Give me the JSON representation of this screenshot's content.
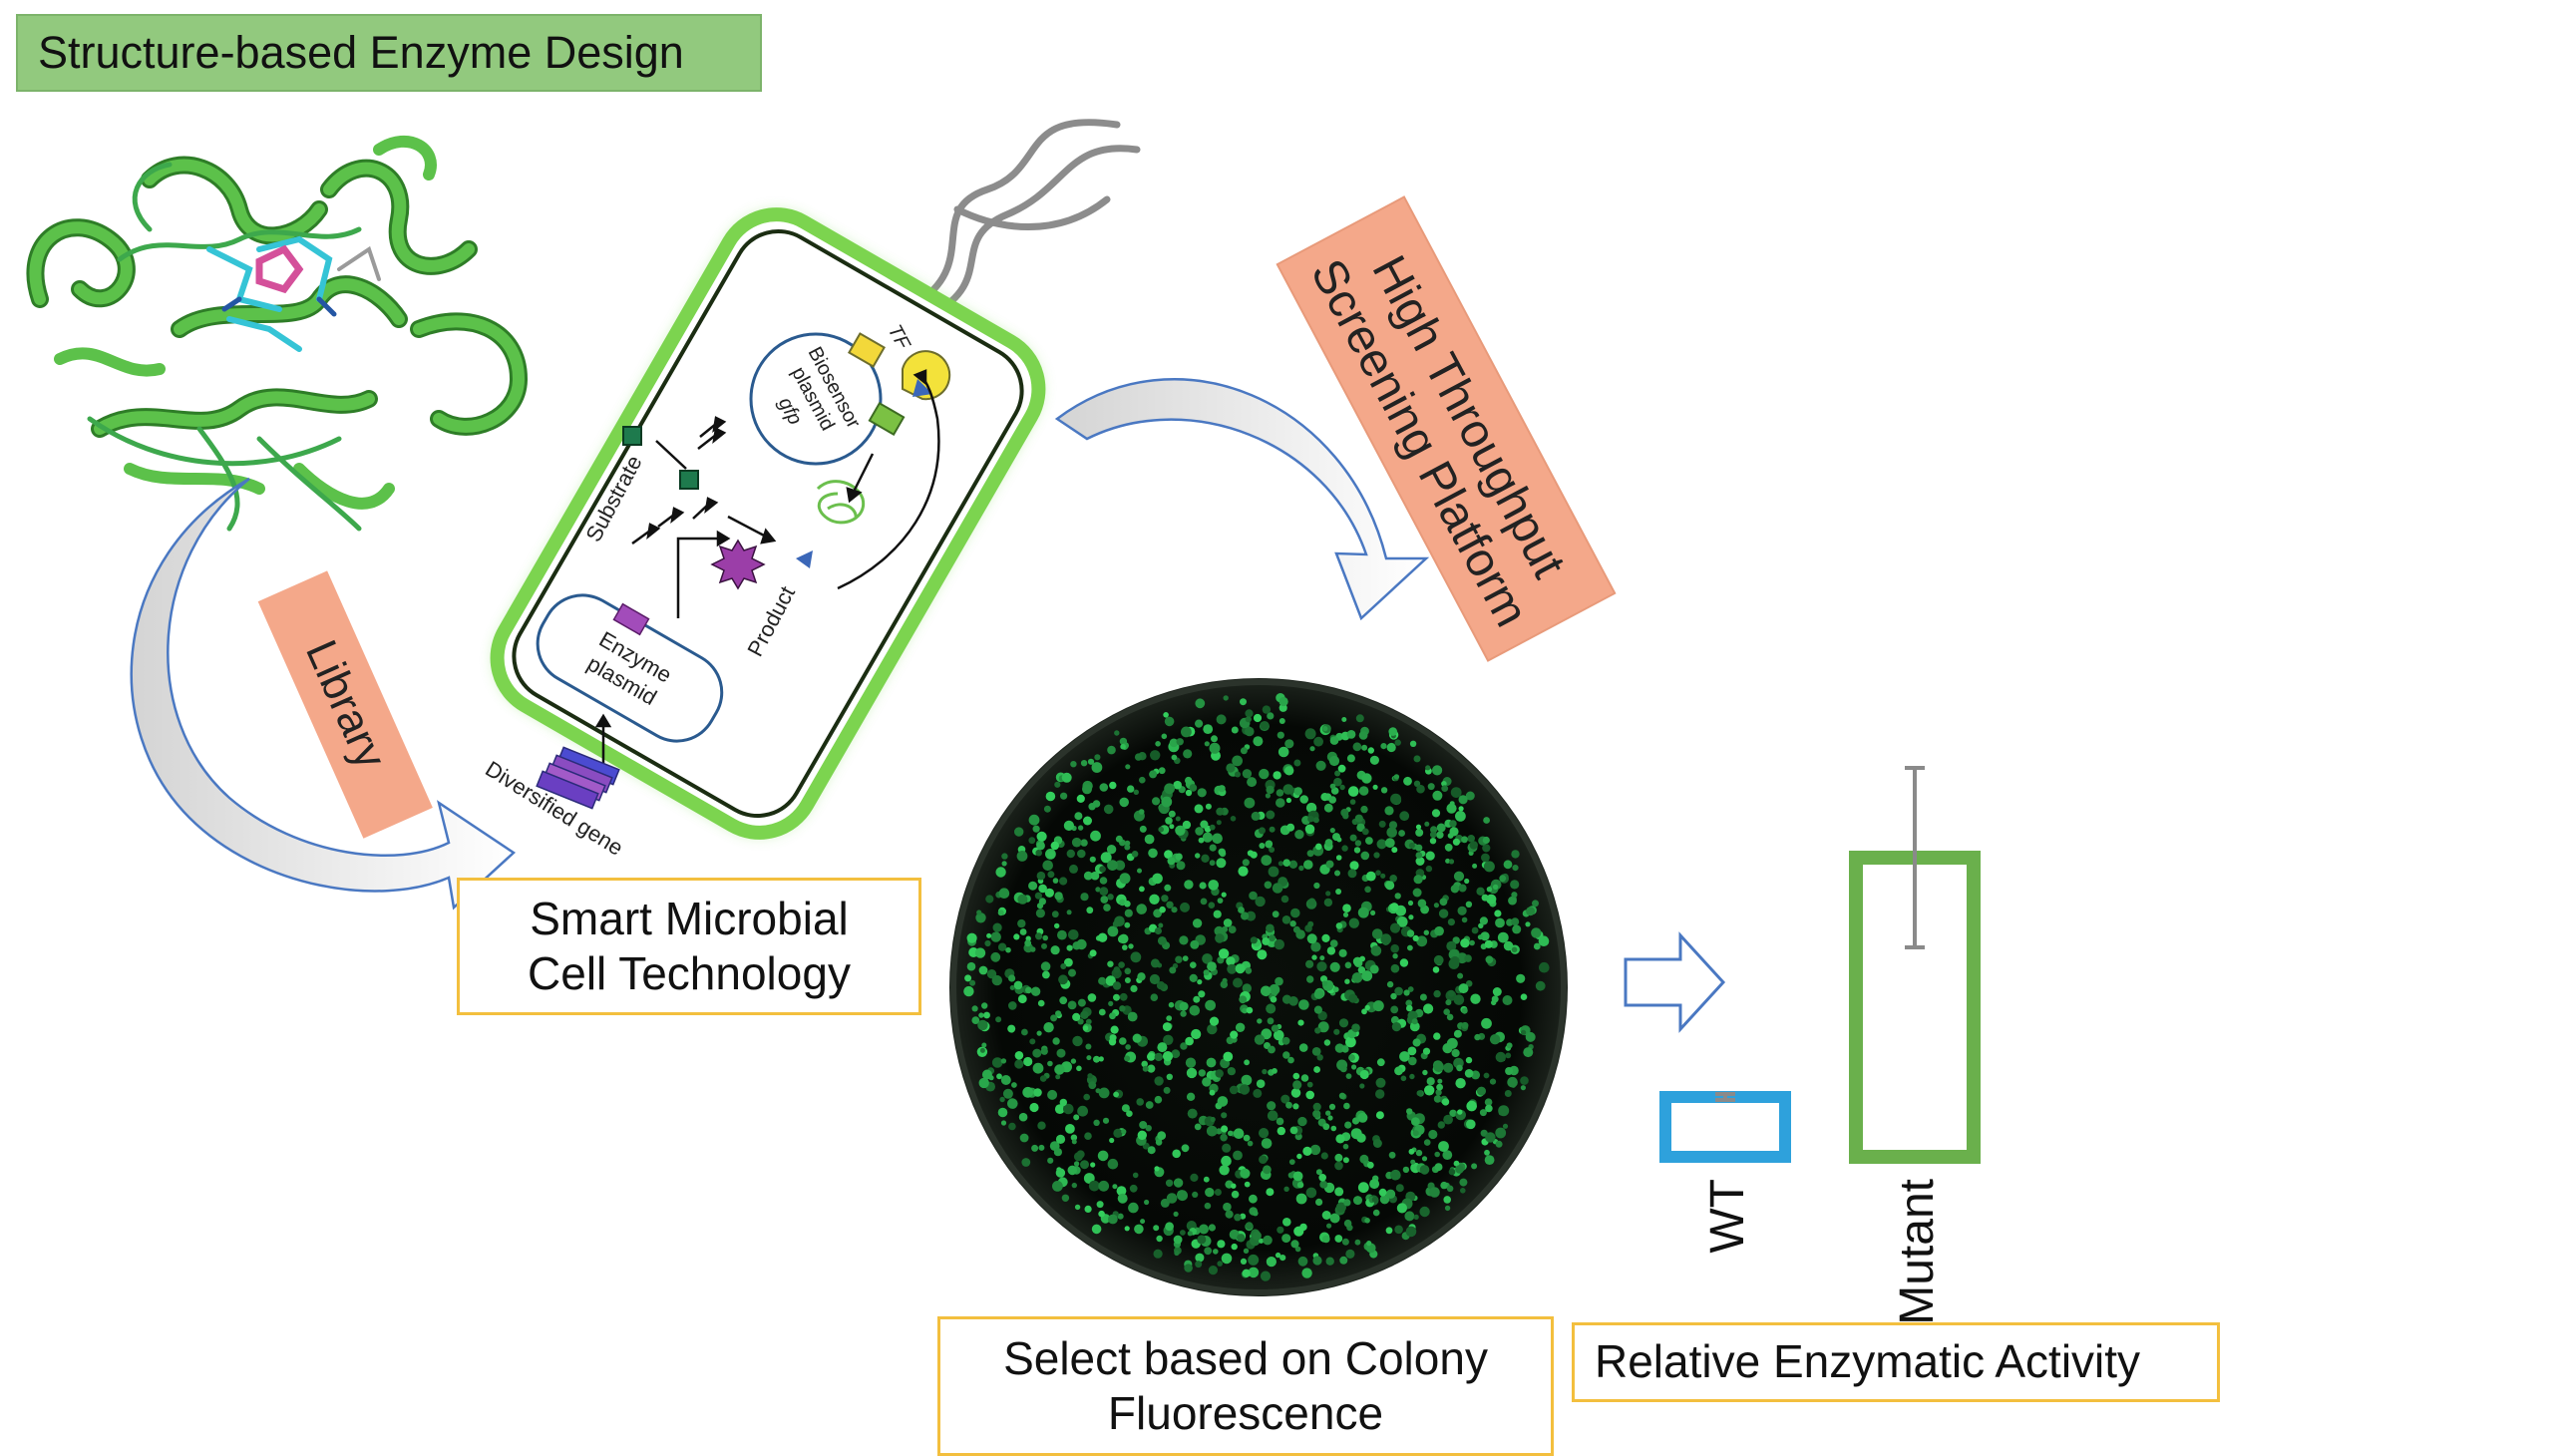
{
  "header": {
    "title": "Structure-based Enzyme Design"
  },
  "arrows": {
    "library_label": "Library",
    "screening_label_line1": "High Throughput",
    "screening_label_line2": "Screening Platform"
  },
  "cell": {
    "substrate": "Substrate",
    "product": "Product",
    "enzyme_plasmid_line1": "Enzyme",
    "enzyme_plasmid_line2": "plasmid",
    "biosensor_line1": "Biosensor",
    "biosensor_line2": "plasmid",
    "gfp": "gfp",
    "tf": "TF",
    "diversified_gene": "Diversified gene"
  },
  "captions": {
    "smart_line1": "Smart Microbial",
    "smart_line2": "Cell Technology",
    "select_line1": "Select based on Colony",
    "select_line2": "Fluorescence",
    "relative": "Relative Enzymatic Activity"
  },
  "colors": {
    "green": "#6ab04c",
    "salmon": "#f4a88a",
    "blue": "#2e9fdb",
    "purple": "#9b3ea8"
  },
  "chart_data": {
    "type": "bar",
    "categories": [
      "WT",
      "Mutant"
    ],
    "values": [
      1,
      5
    ],
    "error": [
      0.05,
      1.5
    ],
    "colors": [
      "#2ea1dc",
      "#6ab04c"
    ]
  }
}
